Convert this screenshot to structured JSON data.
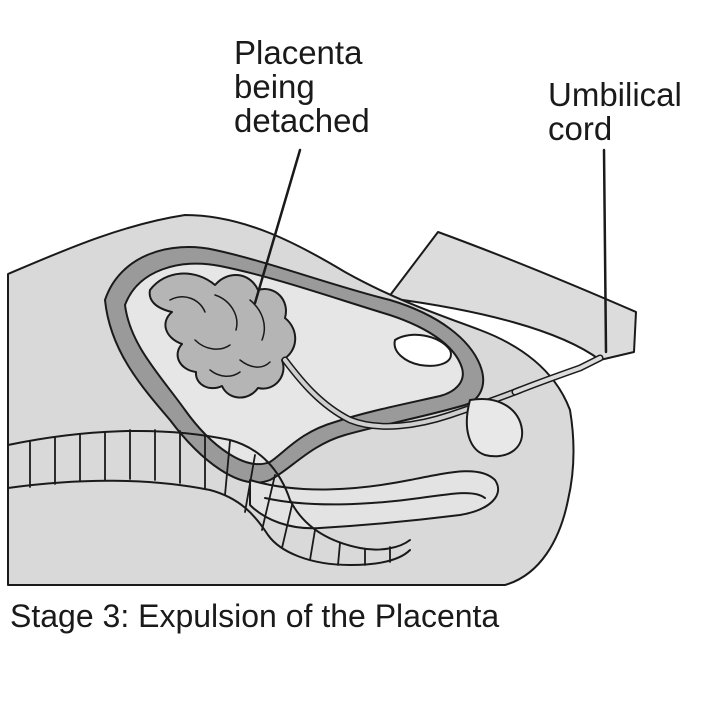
{
  "labels": {
    "placenta": [
      "Placenta",
      "being",
      "detached"
    ],
    "umbilical_cord": [
      "Umbilical",
      "cord"
    ]
  },
  "caption": "Stage 3: Expulsion of the Placenta",
  "colors": {
    "body_fill": "#d9d9d9",
    "outline": "#1a1a1a",
    "uterus_wall": "#9a9a9a",
    "placenta_fill": "#b5b5b5",
    "background": "#ffffff"
  }
}
